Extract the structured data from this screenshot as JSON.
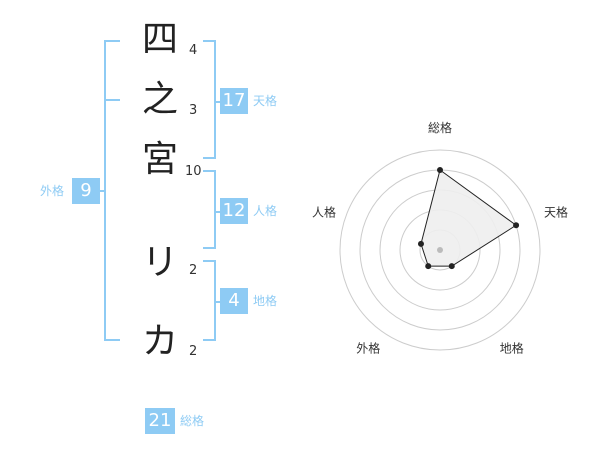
{
  "name_chars": [
    {
      "char": "四",
      "strokes": "4"
    },
    {
      "char": "之",
      "strokes": "3"
    },
    {
      "char": "宮",
      "strokes": "10"
    },
    {
      "char": "リ",
      "strokes": "2"
    },
    {
      "char": "カ",
      "strokes": "2"
    }
  ],
  "fortune": {
    "ten": {
      "value": "17",
      "label": "天格"
    },
    "jin": {
      "value": "12",
      "label": "人格"
    },
    "chi": {
      "value": "4",
      "label": "地格"
    },
    "gai": {
      "value": "9",
      "label": "外格"
    },
    "so": {
      "value": "21",
      "label": "総格"
    }
  },
  "chart_data": {
    "type": "radar",
    "axes": [
      "総格",
      "天格",
      "地格",
      "外格",
      "人格"
    ],
    "values": [
      4,
      4,
      1,
      1,
      1
    ],
    "max": 5,
    "rings": 5,
    "colors": {
      "ring": "#cccccc",
      "fill": "#eeeeee",
      "line": "#222222",
      "center": "#bbbbbb",
      "accent": "#8ecbf4"
    }
  }
}
